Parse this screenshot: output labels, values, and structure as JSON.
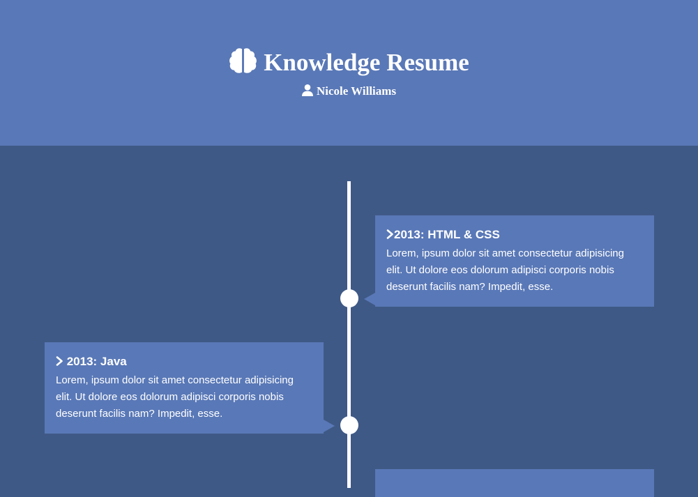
{
  "header": {
    "icon": "brain-icon",
    "title": "Knowledge Resume",
    "author_icon": "user-icon",
    "author": "Nicole Williams"
  },
  "timeline": {
    "entries": [
      {
        "icon": "chevron-right-icon",
        "title": "2013: HTML & CSS",
        "text": "Lorem, ipsum dolor sit amet consectetur adipisicing elit. Ut dolore eos dolorum adipisci corporis nobis deserunt facilis nam? Impedit, esse."
      },
      {
        "icon": "chevron-right-icon",
        "title": " 2013: Java",
        "text": "Lorem, ipsum dolor sit amet consectetur adipisicing elit. Ut dolore eos dolorum adipisci corporis nobis deserunt facilis nam? Impedit, esse."
      }
    ]
  },
  "colors": {
    "header_bg": "#5978b7",
    "page_bg": "#3f5986",
    "card_bg": "#5978b7",
    "text": "#ffffff"
  }
}
